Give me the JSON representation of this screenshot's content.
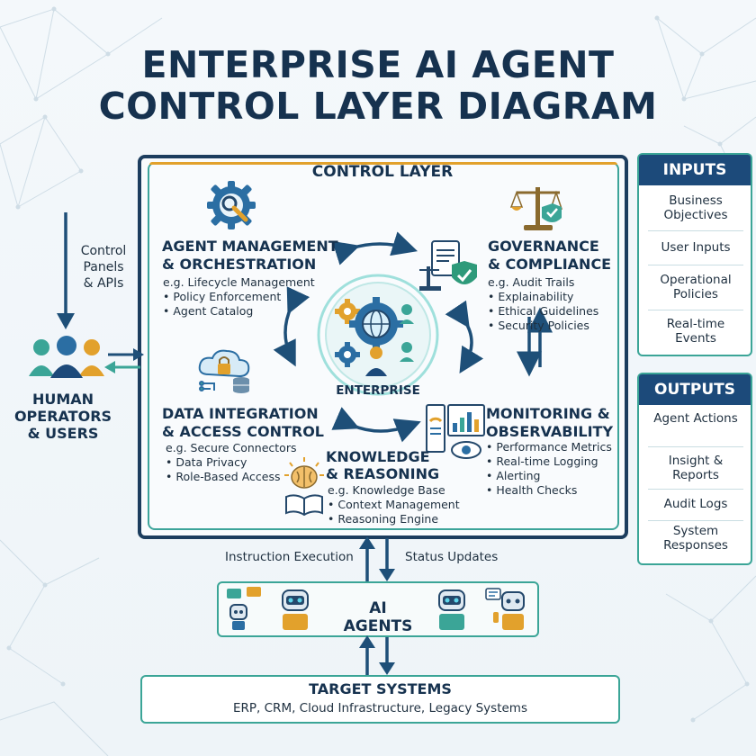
{
  "title": {
    "line1": "ENTERPRISE AI AGENT",
    "line2": "CONTROL LAYER DIAGRAM"
  },
  "control_layer": {
    "label": "CONTROL LAYER",
    "center": {
      "label": "ENTERPRISE"
    },
    "agent_management": {
      "title_line1": "AGENT MANAGEMENT",
      "title_line2": "& ORCHESTRATION",
      "items": [
        "e.g. Lifecycle Management",
        "• Policy Enforcement",
        "• Agent Catalog"
      ]
    },
    "governance": {
      "title_line1": "GOVERNANCE",
      "title_line2": "& COMPLIANCE",
      "items": [
        "e.g. Audit Trails",
        "• Explainability",
        "• Ethical Guidelines",
        "• Security Policies"
      ]
    },
    "data_integration": {
      "title_line1": "DATA INTEGRATION",
      "title_line2": "& ACCESS CONTROL",
      "items": [
        "e.g. Secure Connectors",
        "• Data Privacy",
        "• Role-Based Access"
      ]
    },
    "monitoring": {
      "title_line1": "MONITORING &",
      "title_line2": "OBSERVABILITY",
      "items": [
        "• Performance Metrics",
        "• Real-time Logging",
        "• Alerting",
        "• Health Checks"
      ]
    },
    "knowledge": {
      "title_line1": "KNOWLEDGE",
      "title_line2": "& REASONING",
      "items": [
        "e.g. Knowledge Base",
        "• Context Management",
        "• Reasoning Engine"
      ]
    }
  },
  "human": {
    "label_line1": "HUMAN",
    "label_line2": "OPERATORS",
    "label_line3": "& USERS",
    "control_panels_line1": "Control",
    "control_panels_line2": "Panels",
    "control_panels_line3": "& APIs"
  },
  "inputs": {
    "header": "INPUTS",
    "items": [
      "Business Objectives",
      "User Inputs",
      "Operational Policies",
      "Real-time Events"
    ]
  },
  "outputs": {
    "header": "OUTPUTS",
    "items": [
      "Agent Actions",
      "Insight & Reports",
      "Audit Logs",
      "System Responses"
    ]
  },
  "flows": {
    "instruction": "Instruction Execution",
    "status": "Status Updates"
  },
  "agents": {
    "label": "AI AGENTS"
  },
  "target": {
    "title": "TARGET SYSTEMS",
    "subtitle": "ERP, CRM, Cloud Infrastructure, Legacy Systems"
  },
  "colors": {
    "navy": "#16324f",
    "teal": "#3ba597",
    "blue": "#1c4a7a",
    "orange": "#e2a12c",
    "arrow": "#1e4f78"
  },
  "icons": [
    "gear-icon",
    "scales-icon",
    "cloud-lock-icon",
    "dashboard-icon",
    "brain-book-icon",
    "globe-gear-icon",
    "people-icon",
    "robot-icon"
  ]
}
